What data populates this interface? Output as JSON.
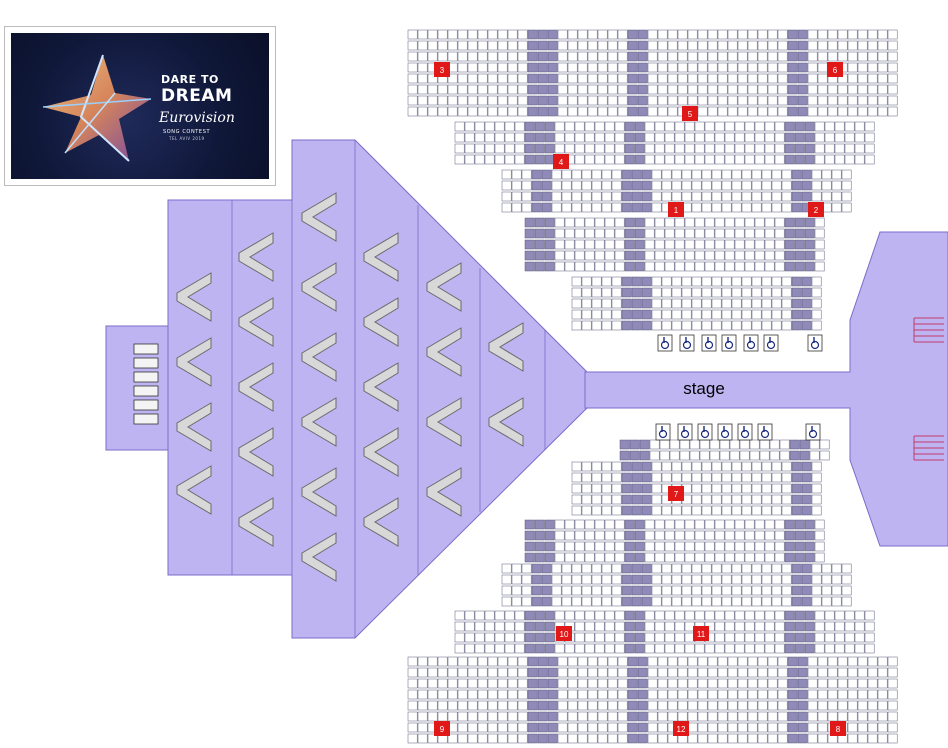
{
  "logo": {
    "line1": "DARE TO",
    "line2": "DREAM",
    "line3": "Eurovision",
    "line4": "SONG CONTEST",
    "line5": "TEL AVIV 2019"
  },
  "stage_label": "stage",
  "sections": [
    {
      "number": "1"
    },
    {
      "number": "2"
    },
    {
      "number": "3"
    },
    {
      "number": "4"
    },
    {
      "number": "5"
    },
    {
      "number": "6"
    },
    {
      "number": "7"
    },
    {
      "number": "8"
    },
    {
      "number": "9"
    },
    {
      "number": "10"
    },
    {
      "number": "11"
    },
    {
      "number": "12"
    }
  ],
  "colors": {
    "floor": "#bfb4f2",
    "floor_stroke": "#7d6bc9",
    "section_badge": "#e11818",
    "seat_aisle": "#8f8ab8",
    "seat_outline": "#5a5a7a",
    "riser": "#d8d8d8"
  },
  "icons": {
    "wheelchair": "wheelchair-icon",
    "standing_riser": "chevron-riser-icon"
  }
}
